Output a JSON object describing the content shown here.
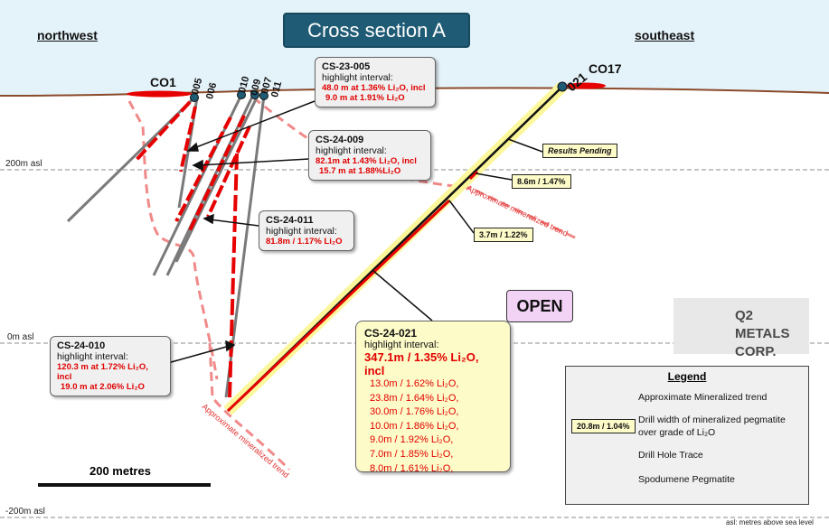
{
  "title": "Cross section A",
  "directions": {
    "left": "northwest",
    "right": "southeast"
  },
  "elevations": [
    {
      "label": "200m asl"
    },
    {
      "label": "0m asl"
    },
    {
      "label": "-200m asl"
    }
  ],
  "deposits": {
    "left": "CO1",
    "right": "CO17"
  },
  "hole_labels": [
    "005",
    "006",
    "010",
    "009",
    "007",
    "011",
    "021"
  ],
  "callouts": [
    {
      "hole": "CS-23-005",
      "caption": "highlight interval:",
      "lines": [
        "48.0 m at 1.36% Li₂O, incl",
        "9.0 m at 1.91% Li₂O"
      ]
    },
    {
      "hole": "CS-24-009",
      "caption": "highlight interval:",
      "lines": [
        "82.1m at 1.43% Li₂O, incl",
        "15.7 m at 1.88%Li₂O"
      ]
    },
    {
      "hole": "CS-24-011",
      "caption": "highlight interval:",
      "lines": [
        "81.8m / 1.17% Li₂O"
      ]
    },
    {
      "hole": "CS-24-010",
      "caption": "highlight interval:",
      "lines": [
        "120.3 m at 1.72% Li₂O, incl",
        "19.0 m at 2.06% Li₂O"
      ]
    }
  ],
  "main_callout": {
    "hole": "CS-24-021",
    "caption": "highlight interval:",
    "main": "347.1m / 1.35% Li₂O, incl",
    "subs": [
      "13.0m / 1.62% Li₂O,",
      "23.8m / 1.64% Li₂O,",
      "30.0m / 1.76% Li₂O,",
      "10.0m / 1.86% Li₂O,",
      "9.0m / 1.92% Li₂O,",
      "7.0m / 1.85% Li₂O,",
      "8.0m / 1.61% Li₂O,"
    ]
  },
  "tags": {
    "pending": "Results Pending",
    "upper": "8.6m / 1.47%",
    "lower": "3.7m / 1.22%"
  },
  "open_label": "OPEN",
  "trend_label": "Approximate mineralized trend",
  "legend": {
    "title": "Legend",
    "items": [
      {
        "label": "Approximate Mineralized trend"
      },
      {
        "label": "Drill width of mineralized pegmatite over grade of Li₂O",
        "sample": "20.8m / 1.04%"
      },
      {
        "label": "Drill Hole Trace"
      },
      {
        "label": "Spodumene Pegmatite"
      }
    ]
  },
  "logo": {
    "line1": "Q2 METALS",
    "line2": "CORP."
  },
  "scale": "200 metres",
  "footnote": "asl: metres above sea level",
  "colors": {
    "sky": "#e4f2f9",
    "ground_line": "#8b4a2a",
    "pegmatite": "#e60000",
    "trace": "#7a7a7a",
    "trend": "#f08a8a",
    "title_bg": "#1f5b74"
  }
}
